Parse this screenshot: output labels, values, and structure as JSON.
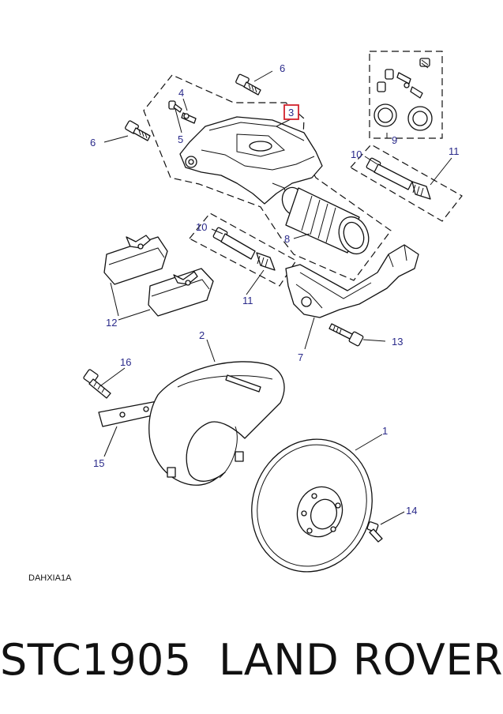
{
  "diagram": {
    "code": "DAHXIA1A",
    "highlight_color": "#d2222d",
    "callout_color": "#2a2a8a",
    "callouts": {
      "c1": "1",
      "c2": "2",
      "c3": "3",
      "c4": "4",
      "c5": "5",
      "c6a": "6",
      "c6b": "6",
      "c7": "7",
      "c8": "8",
      "c9": "9",
      "c10a": "10",
      "c10b": "10",
      "c11a": "11",
      "c11b": "11",
      "c12": "12",
      "c13": "13",
      "c14": "14",
      "c15": "15",
      "c16": "16"
    }
  },
  "footer": {
    "part_number": "STC1905",
    "brand": "LAND ROVER"
  }
}
